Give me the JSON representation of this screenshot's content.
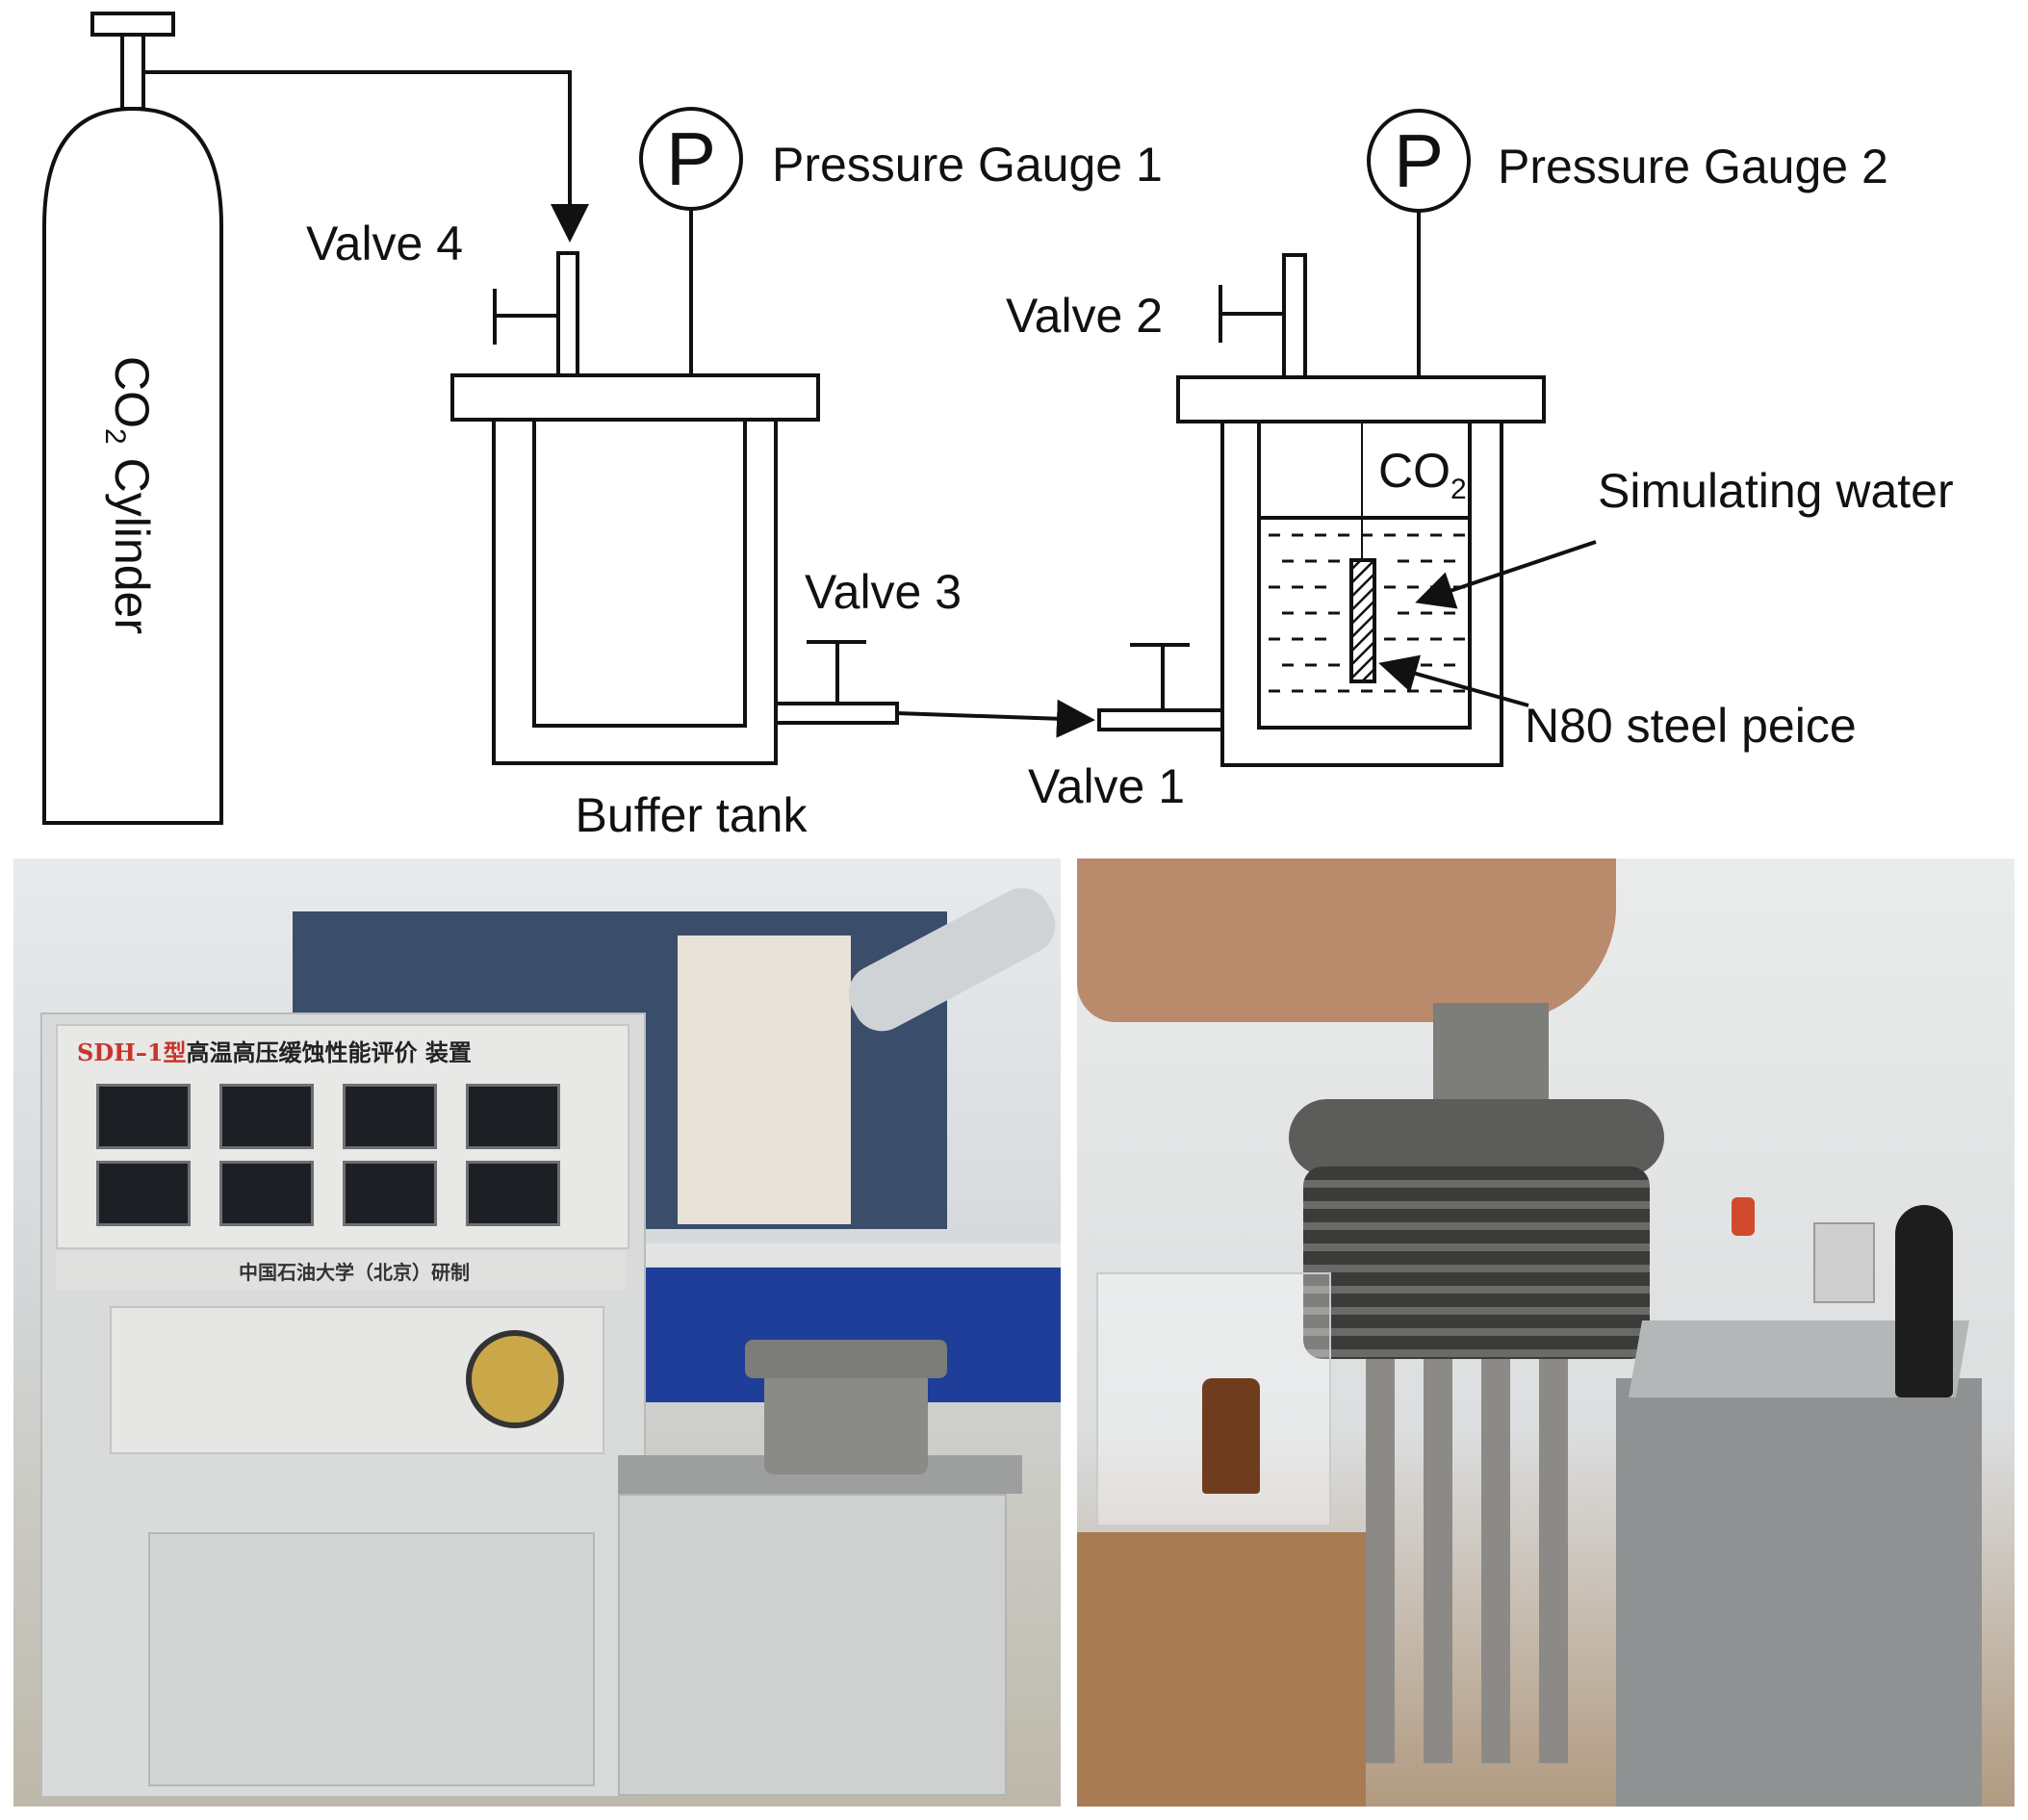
{
  "diagram": {
    "cylinder_label": {
      "main": "CO",
      "sub": "2",
      "rest": " Cylinder"
    },
    "valve4": "Valve 4",
    "valve3": "Valve 3",
    "valve2": "Valve 2",
    "valve1": "Valve 1",
    "gauge1": {
      "symbol": "P",
      "label": "Pressure Gauge 1"
    },
    "gauge2": {
      "symbol": "P",
      "label": "Pressure Gauge 2"
    },
    "buffer_tank": "Buffer tank",
    "co2_gas": {
      "main": "CO",
      "sub": "2"
    },
    "simulating_water": "Simulating water",
    "steel_piece": "N80 steel peice"
  },
  "photo_left": {
    "panel_title": {
      "model": "SDH–1型",
      "name": "高温高压缓蚀性能评价 装置"
    },
    "maker": "中国石油大学（北京）研制"
  },
  "colors": {
    "line": "#111111",
    "cabinet": "#d9dbda",
    "panel_red": "#c8342c",
    "steel": "#8a8a86"
  }
}
